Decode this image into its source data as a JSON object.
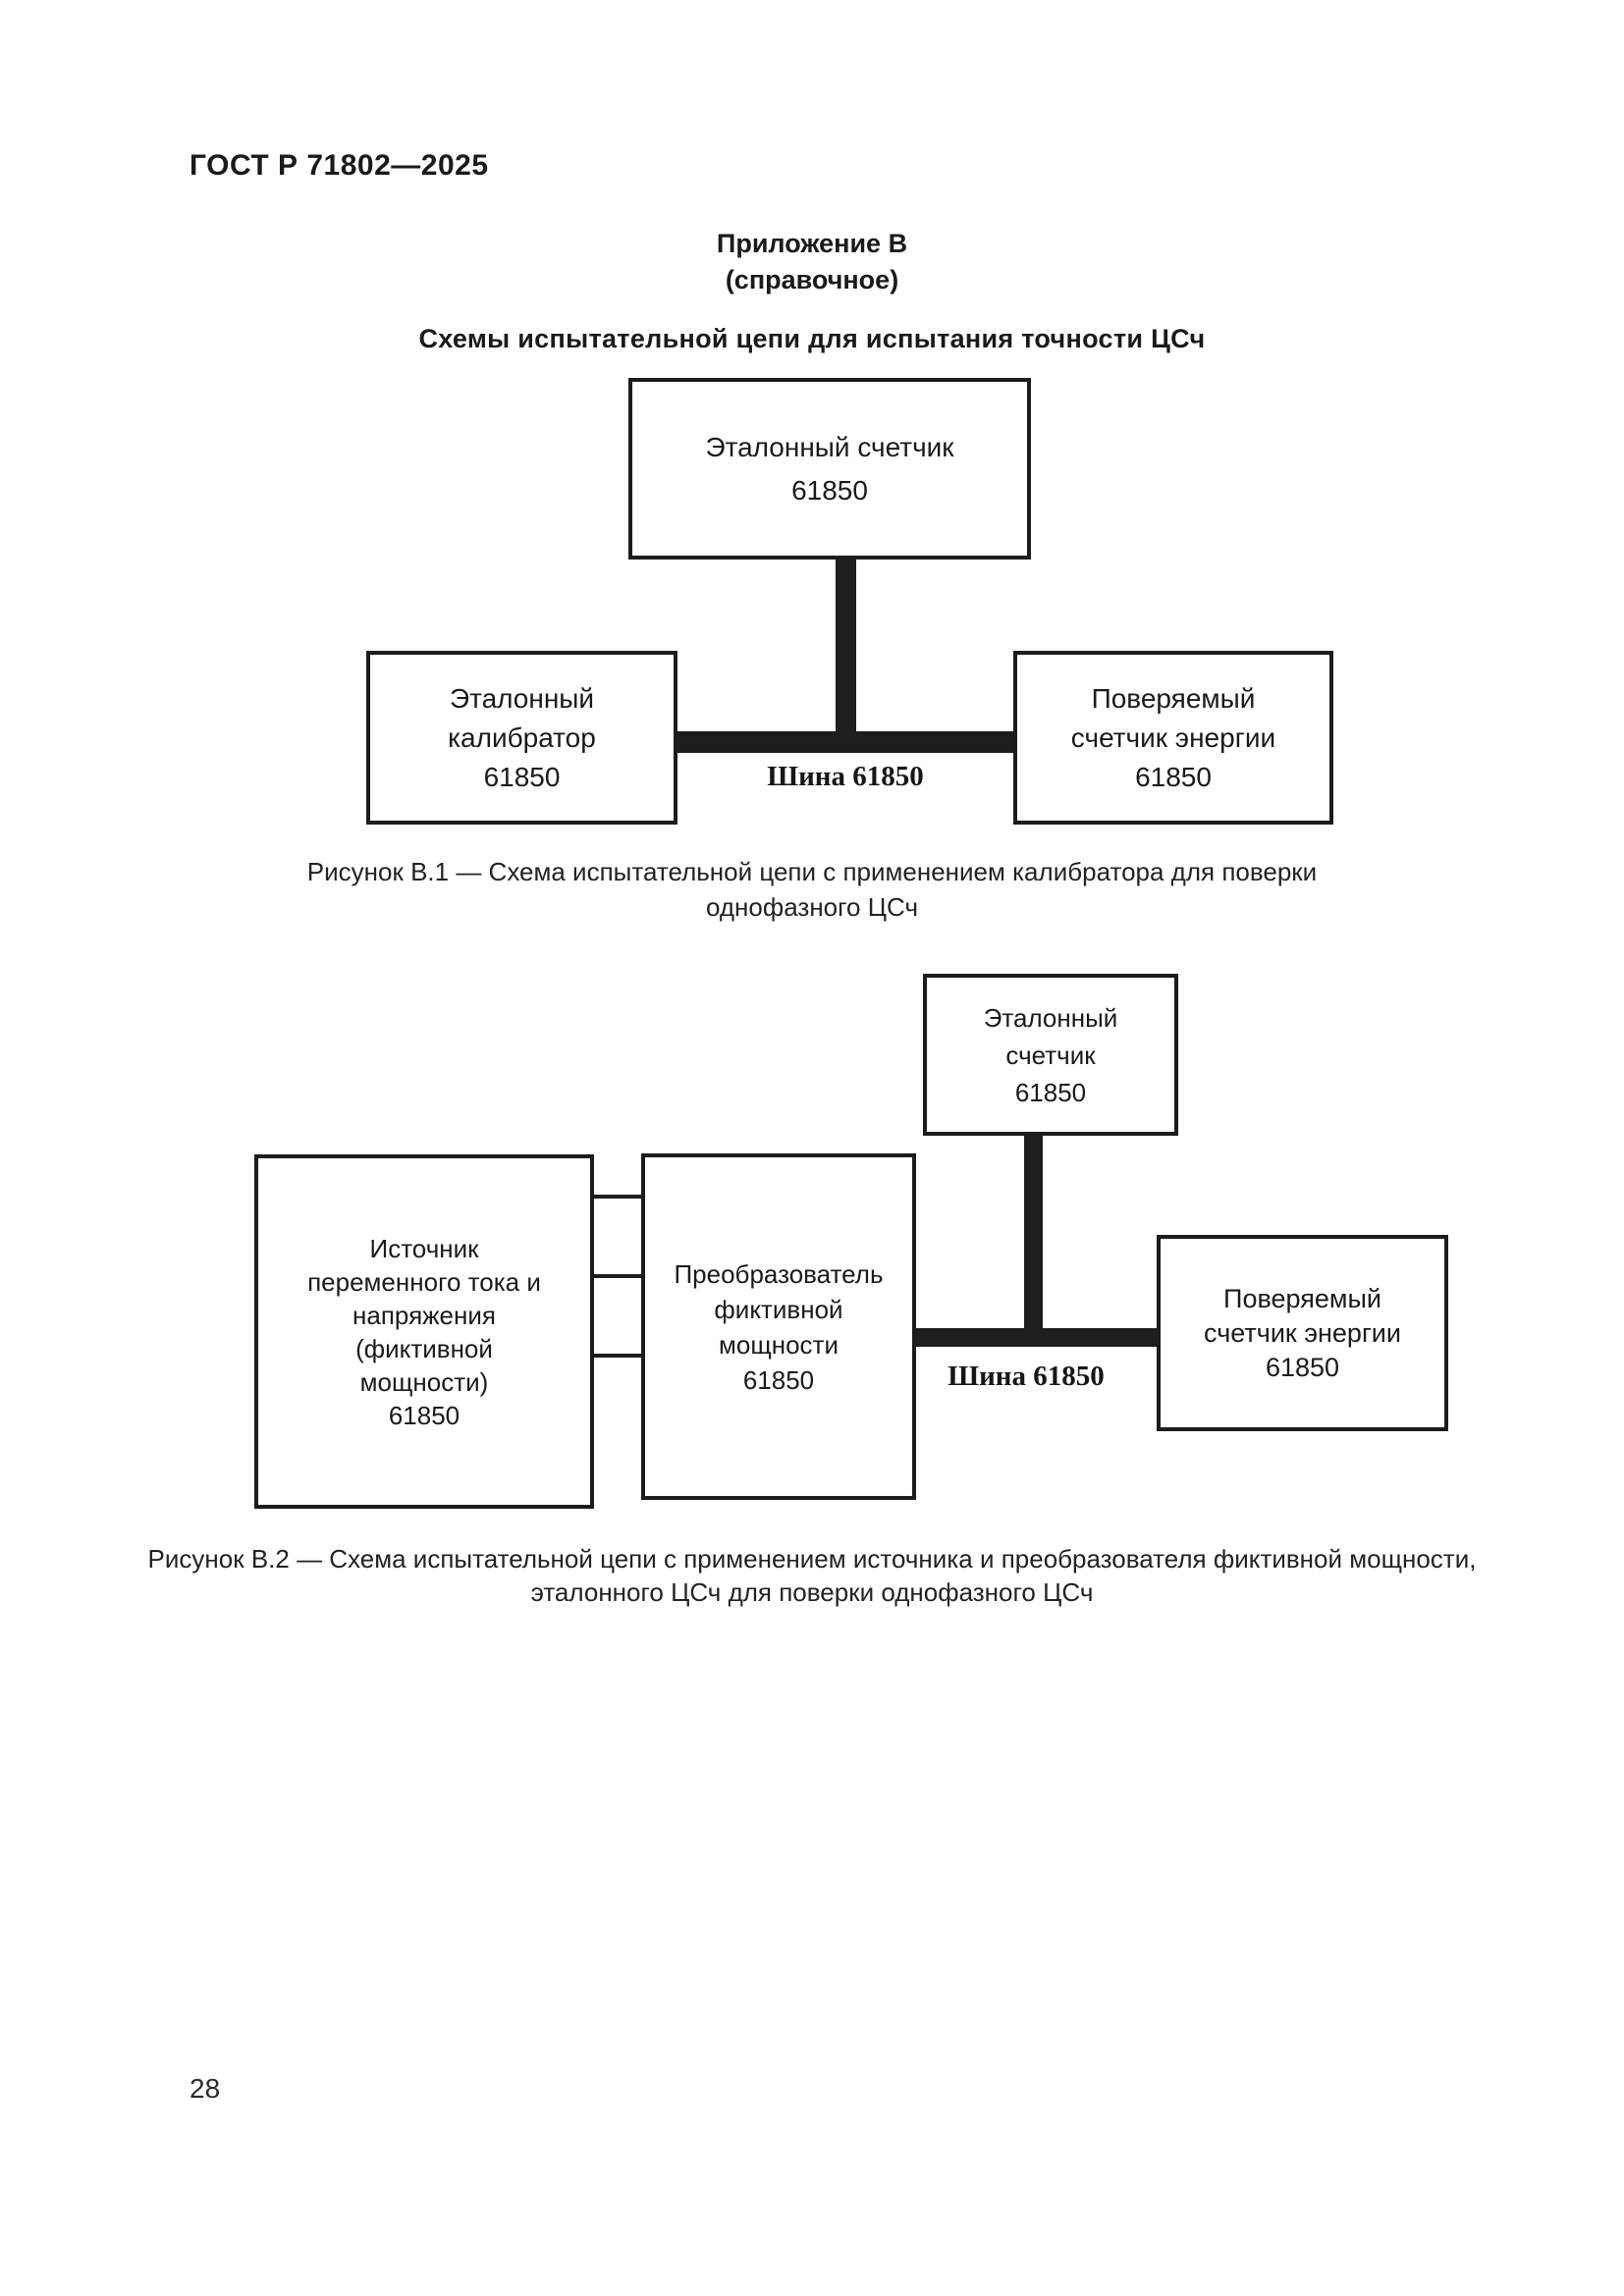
{
  "page": {
    "standard_code": "ГОСТ Р 71802—2025",
    "page_number": "28"
  },
  "appendix": {
    "title": "Приложение В",
    "subtitle": "(справочное)",
    "heading": "Схемы испытательной цепи для испытания точности ЦСч"
  },
  "figure1": {
    "boxes": {
      "reference_meter": {
        "line1": "Эталонный счетчик",
        "line2": "61850"
      },
      "reference_calibrator": {
        "line1": "Эталонный",
        "line2": "калибратор",
        "line3": "61850"
      },
      "meter_under_test": {
        "line1": "Поверяемый",
        "line2": "счетчик энергии",
        "line3": "61850"
      }
    },
    "bus_label": "Шина 61850",
    "caption_line1": "Рисунок В.1 — Схема испытательной цепи с применением калибратора для поверки",
    "caption_line2": "однофазного ЦСч"
  },
  "figure2": {
    "boxes": {
      "source": {
        "line1": "Источник",
        "line2": "переменного тока и",
        "line3": "напряжения",
        "line4": "(фиктивной",
        "line5": "мощности)",
        "line6": "61850"
      },
      "converter": {
        "line1": "Преобразователь",
        "line2": "фиктивной",
        "line3": "мощности",
        "line4": "61850"
      },
      "reference_meter": {
        "line1": "Эталонный",
        "line2": "счетчик",
        "line3": "61850"
      },
      "meter_under_test": {
        "line1": "Поверяемый",
        "line2": "счетчик энергии",
        "line3": "61850"
      }
    },
    "bus_label": "Шина 61850",
    "caption_line1": "Рисунок В.2 — Схема испытательной цепи с применением источника и преобразователя фиктивной мощности,",
    "caption_line2": "эталонного ЦСч для поверки однофазного ЦСч"
  }
}
